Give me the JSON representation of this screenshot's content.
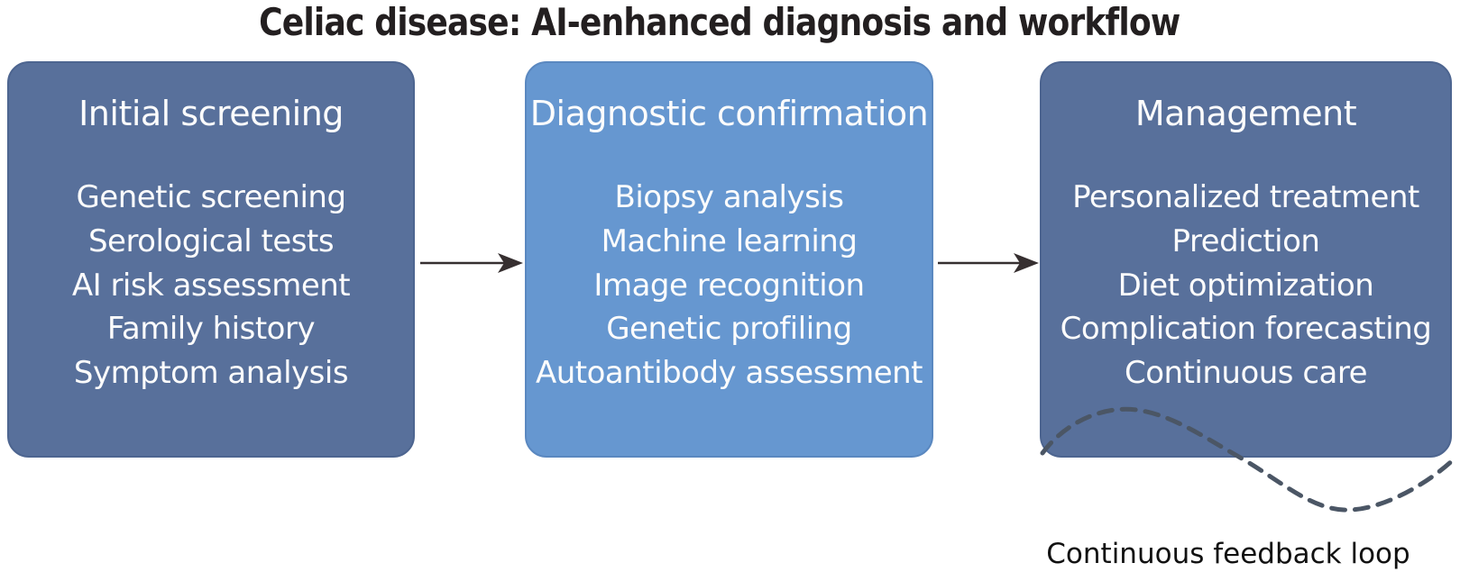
{
  "title": "Celiac disease: AI-enhanced diagnosis and workflow",
  "stages": [
    {
      "title": "Initial screening",
      "items": [
        "Genetic screening",
        "Serological tests",
        "AI risk assessment",
        "Family history",
        "Symptom analysis"
      ]
    },
    {
      "title": "Diagnostic confirmation",
      "items": [
        "Biopsy analysis",
        "Machine learning",
        "Image recognition",
        "Genetic profiling",
        "Autoantibody assessment"
      ]
    },
    {
      "title": "Management",
      "items": [
        "Personalized treatment",
        "Prediction",
        "Diet optimization",
        "Complication forecasting",
        "Continuous care"
      ]
    }
  ],
  "feedback_label": "Continuous feedback loop",
  "colors": {
    "background": "#ffffff",
    "title-text": "#231f20",
    "box-dark": "#58709b",
    "box-dark-border": "#4d6590",
    "box-light": "#6697d0",
    "box-light-border": "#5a88c0",
    "box-text": "#fcfcfc",
    "arrow": "#362f30",
    "feedback-curve": "#4b5665",
    "label-text": "#111111"
  }
}
